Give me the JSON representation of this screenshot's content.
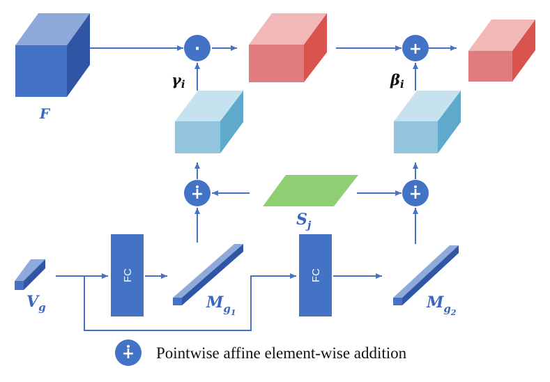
{
  "labels": {
    "F": "F",
    "gamma": "γ",
    "gamma_sub": "i",
    "beta": "β",
    "beta_sub": "i",
    "S": "S",
    "S_sub": "j",
    "V": "V",
    "V_sub": "g",
    "M1": "M",
    "M1_sub": "g",
    "M1_subsub": "1",
    "M2": "M",
    "M2_sub": "g",
    "M2_subsub": "2"
  },
  "fc_label": "FC",
  "symbols": {
    "dot": "·",
    "plus": "+",
    "affine_plus": "+"
  },
  "legend": {
    "text": "Pointwise affine element-wise addition"
  },
  "colors": {
    "arrow": "#4472c4",
    "blue_dark": "#3a66c2",
    "red_front": "#e07b7e",
    "cyan_front": "#92c5dd",
    "green": "#8fce73"
  }
}
